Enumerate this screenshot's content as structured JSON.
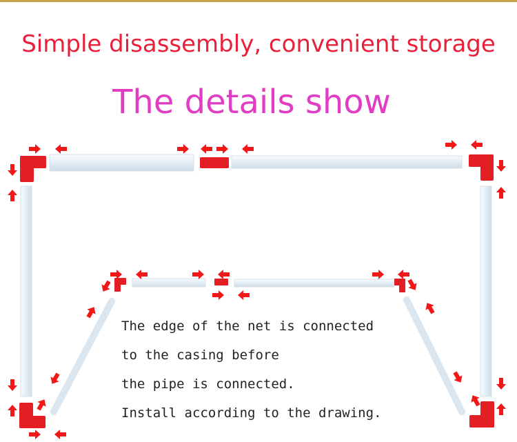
{
  "headline": "Simple disassembly, convenient storage",
  "subheadline": "The details show",
  "instructions": [
    "The edge of the net is connected",
    "to the casing before",
    "the pipe is connected.",
    "Install according to the drawing."
  ],
  "colors": {
    "headline": "#e8203a",
    "subheadline": "#e03dc4",
    "connector": "#e31e24",
    "pipe": "#e9f1f7",
    "arrow": "#f01818"
  },
  "icons": [
    "red-arrow-icon",
    "elbow-connector-icon",
    "straight-connector-icon"
  ]
}
